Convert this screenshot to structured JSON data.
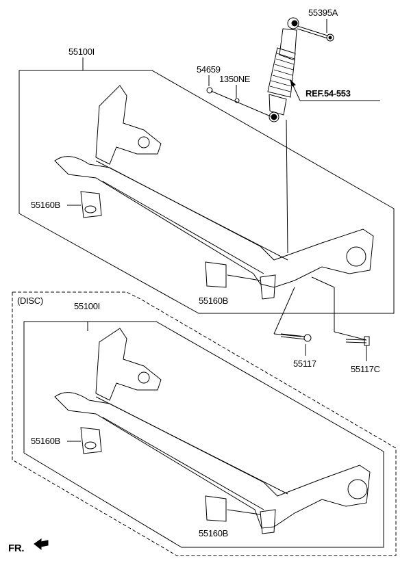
{
  "title": "Rear axle assembly parts diagram",
  "labels": {
    "shock_bolt": "55395A",
    "axle_upper": "55100I",
    "nut": "54659",
    "washer": "1350NE",
    "shock_ref": "REF.54-553",
    "bushing_upper_left": "55160B",
    "bushing_upper_right": "55160B",
    "bolt": "55117",
    "bolt_c": "55117C",
    "disc_variant": "(DISC)",
    "axle_lower": "55100I",
    "bushing_lower_left": "55160B",
    "bushing_lower_right": "55160B",
    "front_indicator": "FR."
  }
}
